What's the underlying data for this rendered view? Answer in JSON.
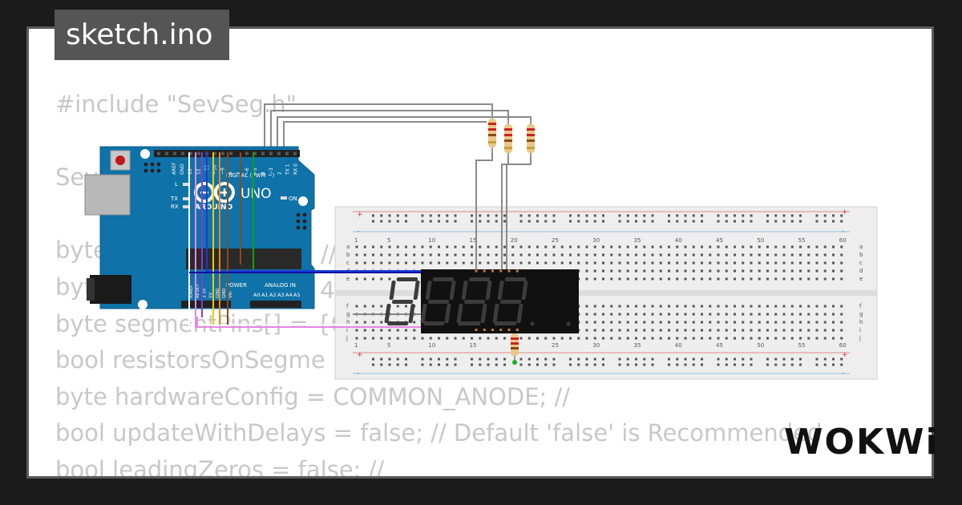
{
  "title": "sketch.ino",
  "code_lines": [
    "#include \"SevSeg.h\"",
    "",
    "Sev",
    "",
    "byte",
    "byt",
    "byte segmentPins[] = {6",
    "bool resistorsOnSegme",
    "byte hardwareConfig = COMMON_ANODE; //",
    "bool updateWithDelays = false; // Default 'false' is Recommended",
    "bool leadingZeros = false; //"
  ],
  "code_fragments": {
    "comment_1": "//",
    "comment_2": ", 4"
  },
  "arduino": {
    "brand": "ARDUINO",
    "model": "UNO",
    "digital_label": "DIGITAL (PWM ~)",
    "analog_label": "ANALOG IN",
    "power_label": "POWER",
    "on_label": "ON",
    "tx_label": "TX",
    "rx_label": "RX",
    "l_label": "L",
    "top_header_pins": [
      "AREF",
      "GND",
      "13",
      "12",
      "~11",
      "~10",
      "~9",
      "8",
      "7",
      "~6",
      "~5",
      "4",
      "~3",
      "2",
      "TX 1",
      "RX 0"
    ],
    "power_pins": [
      "IOREF",
      "RESET",
      "3.3V",
      "5V",
      "GND",
      "GND",
      "Vin"
    ],
    "analog_pins": [
      "A0",
      "A1",
      "A2",
      "A3",
      "A4",
      "A5"
    ]
  },
  "breadboard": {
    "column_numbers": [
      "1",
      "5",
      "10",
      "15",
      "20",
      "25",
      "30",
      "35",
      "40",
      "45",
      "50",
      "55",
      "60"
    ],
    "row_letters_top": [
      "a",
      "b",
      "c",
      "d",
      "e"
    ],
    "row_letters_bottom": [
      "f",
      "g",
      "h",
      "i",
      "j"
    ],
    "rail_plus": "+",
    "rail_minus": "-"
  },
  "display": {
    "digits": 4,
    "segment_off_color": "#3c3c3c",
    "body_color": "#111111"
  },
  "logo": {
    "text": "WOKWi",
    "color": "#111111"
  },
  "wire_colors": {
    "white": "#ffffff",
    "pink": "#e488e4",
    "purple": "#8b3ad0",
    "blue": "#1a3cd8",
    "yellow": "#f2c800",
    "orange": "#f08a00",
    "brown": "#8b4b1a",
    "green": "#0fa30f",
    "gray": "#8a8a8a",
    "darkblue": "#1010a0",
    "arduino_board": "#0f72a8"
  }
}
